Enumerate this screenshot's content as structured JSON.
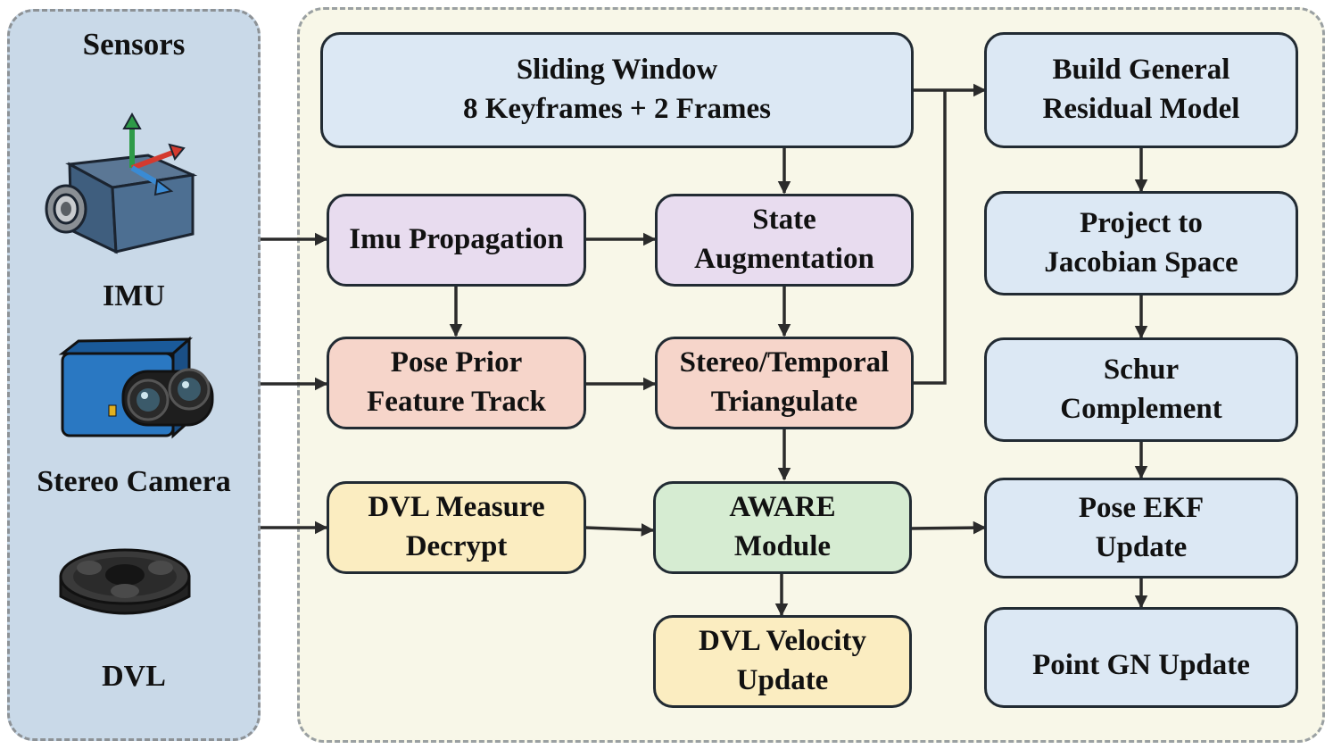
{
  "sensors": {
    "title": "Sensors",
    "imu": "IMU",
    "camera": "Stereo Camera",
    "dvl": "DVL"
  },
  "nodes": {
    "sliding_window": [
      "Sliding Window",
      "8 Keyframes + 2 Frames"
    ],
    "imu_propagation": [
      "Imu Propagation"
    ],
    "state_augmentation": [
      "State",
      "Augmentation"
    ],
    "pose_prior": [
      "Pose Prior",
      "Feature Track"
    ],
    "triangulate": [
      "Stereo/Temporal",
      "Triangulate"
    ],
    "dvl_measure": [
      "DVL Measure",
      "Decrypt"
    ],
    "aware": [
      "AWARE",
      "Module"
    ],
    "dvl_velocity": [
      "DVL Velocity",
      "Update"
    ],
    "residual": [
      "Build General",
      "Residual Model"
    ],
    "jacobian": [
      "Project to",
      "Jacobian Space"
    ],
    "schur": [
      "Schur",
      "Complement"
    ],
    "pose_ekf": [
      "Pose EKF",
      "Update"
    ],
    "point_gn": [
      "Point GN Update"
    ]
  },
  "colors": {
    "blue": "#dce8f4",
    "purple": "#e8dcef",
    "salmon": "#f6d5ca",
    "yellow": "#fbedc1",
    "green": "#d6ecd2",
    "edge": "#2b2b2b"
  },
  "icons": {
    "imu": "imu-cube-icon",
    "camera": "stereo-camera-icon",
    "dvl": "dvl-sensor-icon"
  }
}
